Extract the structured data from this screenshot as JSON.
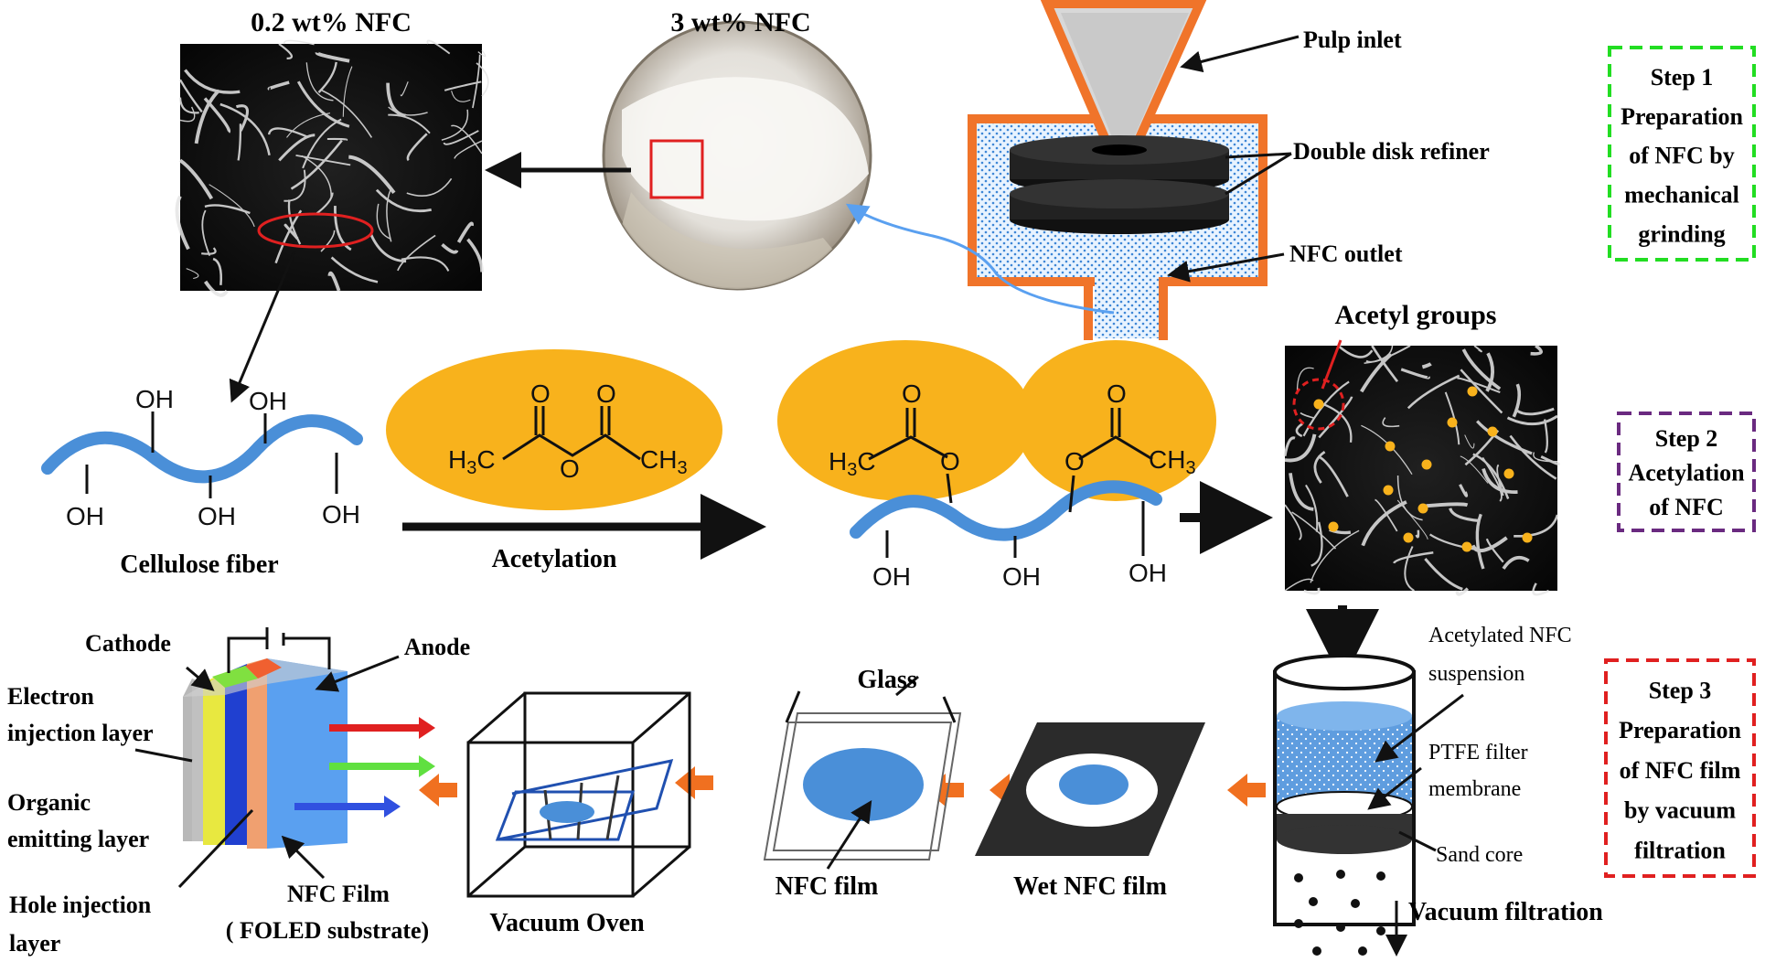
{
  "labels": {
    "nfc_02": "0.2 wt% NFC",
    "nfc_3": "3 wt% NFC",
    "pulp_inlet": "Pulp inlet",
    "double_disk_refiner": "Double disk refiner",
    "nfc_outlet": "NFC outlet",
    "acetyl_groups": "Acetyl groups",
    "cellulose_fiber": "Cellulose fiber",
    "acetylation": "Acetylation",
    "oh": "OH",
    "o": "O",
    "h3c": "H3C",
    "ch3": "CH3",
    "cathode": "Cathode",
    "anode": "Anode",
    "electron_injection_1": "Electron",
    "electron_injection_2": "injection layer",
    "organic_emitting_1": "Organic",
    "organic_emitting_2": "emitting layer",
    "hole_injection_1": "Hole injection",
    "hole_injection_2": "layer",
    "nfc_film_substrate_1": "NFC Film",
    "nfc_film_substrate_2": "( FOLED substrate)",
    "vacuum_oven": "Vacuum Oven",
    "glass": "Glass",
    "nfc_film": "NFC film",
    "wet_nfc_film": "Wet NFC film",
    "acetylated_suspension_1": "Acetylated NFC",
    "acetylated_suspension_2": "suspension",
    "ptfe_1": "PTFE filter",
    "ptfe_2": "membrane",
    "sand_core": "Sand core",
    "vacuum_filtration": "Vacuum filtration"
  },
  "steps": [
    {
      "lines": [
        "Step 1",
        "Preparation",
        "of NFC by",
        "mechanical",
        "grinding"
      ],
      "color": "#22dd22"
    },
    {
      "lines": [
        "Step 2",
        "Acetylation",
        "of NFC"
      ],
      "color": "#6a2a80"
    },
    {
      "lines": [
        "Step 3",
        "Preparation",
        "of NFC film",
        "by vacuum",
        "filtration"
      ],
      "color": "#e02020"
    }
  ],
  "colors": {
    "orange_ellipse": "#f8b21c",
    "fiber_blue": "#4a8fd8",
    "arrow_orange": "#f07020",
    "refiner_orange": "#f0742a",
    "dark": "#111111"
  }
}
